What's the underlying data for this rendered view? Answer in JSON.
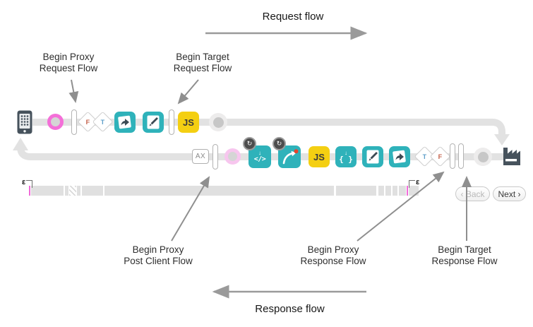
{
  "title_top": "Request flow",
  "title_bottom": "Response flow",
  "callouts": {
    "proxy_request": {
      "line1": "Begin Proxy",
      "line2": "Request Flow"
    },
    "target_request": {
      "line1": "Begin Target",
      "line2": "Request Flow"
    },
    "proxy_post_client": {
      "line1": "Begin Proxy",
      "line2": "Post Client Flow"
    },
    "proxy_response": {
      "line1": "Begin Proxy",
      "line2": "Response Flow"
    },
    "target_response": {
      "line1": "Begin Target",
      "line2": "Response Flow"
    }
  },
  "flow": {
    "row1": {
      "diamond1": "F",
      "diamond2": "T",
      "js": "JS"
    },
    "row2": {
      "ax": "AX",
      "js": "JS",
      "diamond1": "T",
      "diamond2": "F",
      "code": "</>",
      "braces": "{ }",
      "down_arrow": "↓",
      "refresh": "↻"
    }
  },
  "timeline": {
    "epsilon_left": "ε",
    "epsilon_right": "ε"
  },
  "pager": {
    "back": "‹ Back",
    "next": "Next ›"
  },
  "colors": {
    "teal": "#2fb2ba",
    "yellow": "#f4cf12",
    "pink": "#f46fd8",
    "pink_light": "#f7c6ee",
    "track": "#e2e2e2",
    "slate": "#46525c",
    "arrow_gray": "#8f8f8f",
    "letter_f": "#c4604a",
    "letter_t": "#5f9fc9",
    "red_dot": "#e8432c"
  }
}
